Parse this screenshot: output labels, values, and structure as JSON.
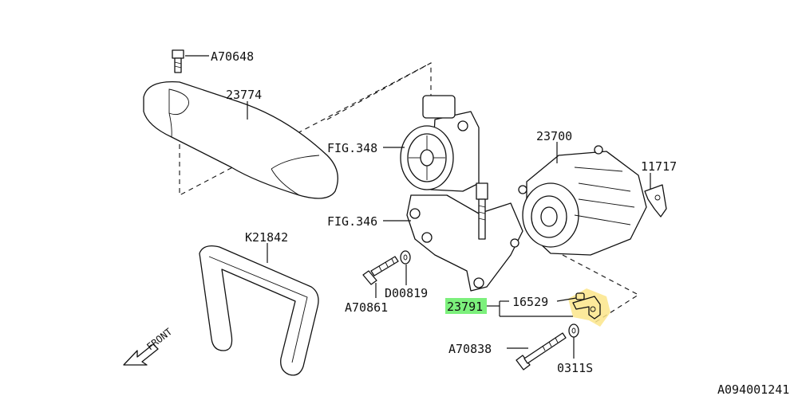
{
  "labels": {
    "a70648": "A70648",
    "p23774": "23774",
    "fig348": "FIG.348",
    "p23700": "23700",
    "p11717": "11717",
    "fig346": "FIG.346",
    "k21842": "K21842",
    "d00819": "D00819",
    "a70861": "A70861",
    "p16529": "16529",
    "p23791": "23791",
    "a70838": "A70838",
    "p0311s": "0311S",
    "front": "FRONT",
    "diagram_id": "A094001241"
  },
  "colors": {
    "highlight_label": "#7cf07c",
    "highlight_part": "#fbe58a",
    "line": "#111111"
  }
}
